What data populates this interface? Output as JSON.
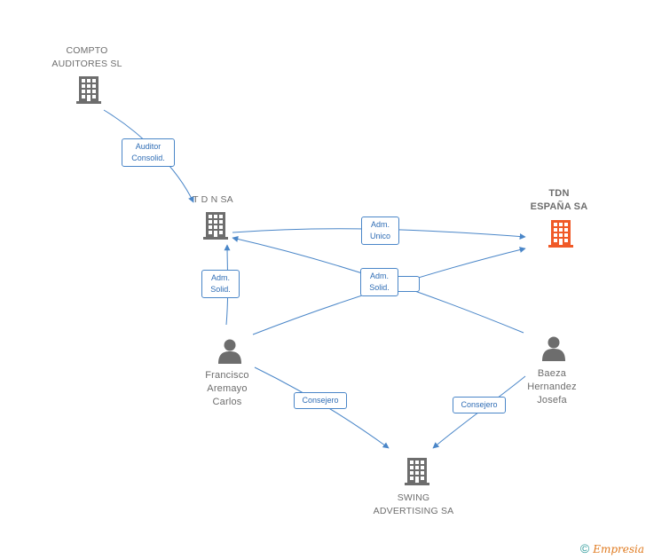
{
  "nodes": {
    "compto": {
      "lines": [
        "COMPTO",
        "AUDITORES SL"
      ],
      "kind": "company"
    },
    "tdn_sa": {
      "lines": [
        "T D N SA"
      ],
      "kind": "company"
    },
    "tdn_espana": {
      "lines": [
        "TDN",
        "ESPAÑA SA"
      ],
      "kind": "company-main"
    },
    "francisco": {
      "lines": [
        "Francisco",
        "Aremayo",
        "Carlos"
      ],
      "kind": "person"
    },
    "baeza": {
      "lines": [
        "Baeza",
        "Hernandez",
        "Josefa"
      ],
      "kind": "person"
    },
    "swing": {
      "lines": [
        "SWING",
        "ADVERTISING SA"
      ],
      "kind": "company"
    }
  },
  "edges": {
    "auditor": [
      "Auditor",
      "Consolid."
    ],
    "adm_unico": [
      "Adm.",
      "Unico"
    ],
    "adm_solid_left": [
      "Adm.",
      "Solid."
    ],
    "adm_solid_mid": [
      "Adm.",
      "Solid."
    ],
    "consejero_left": [
      "Consejero"
    ],
    "consejero_right": [
      "Consejero"
    ]
  },
  "colors": {
    "edge": "#4a86c8",
    "company": "#6d6d6d",
    "main": "#f05a28",
    "person": "#6d6d6d"
  },
  "footer": {
    "copyright": "©",
    "brand": "Empresia"
  }
}
